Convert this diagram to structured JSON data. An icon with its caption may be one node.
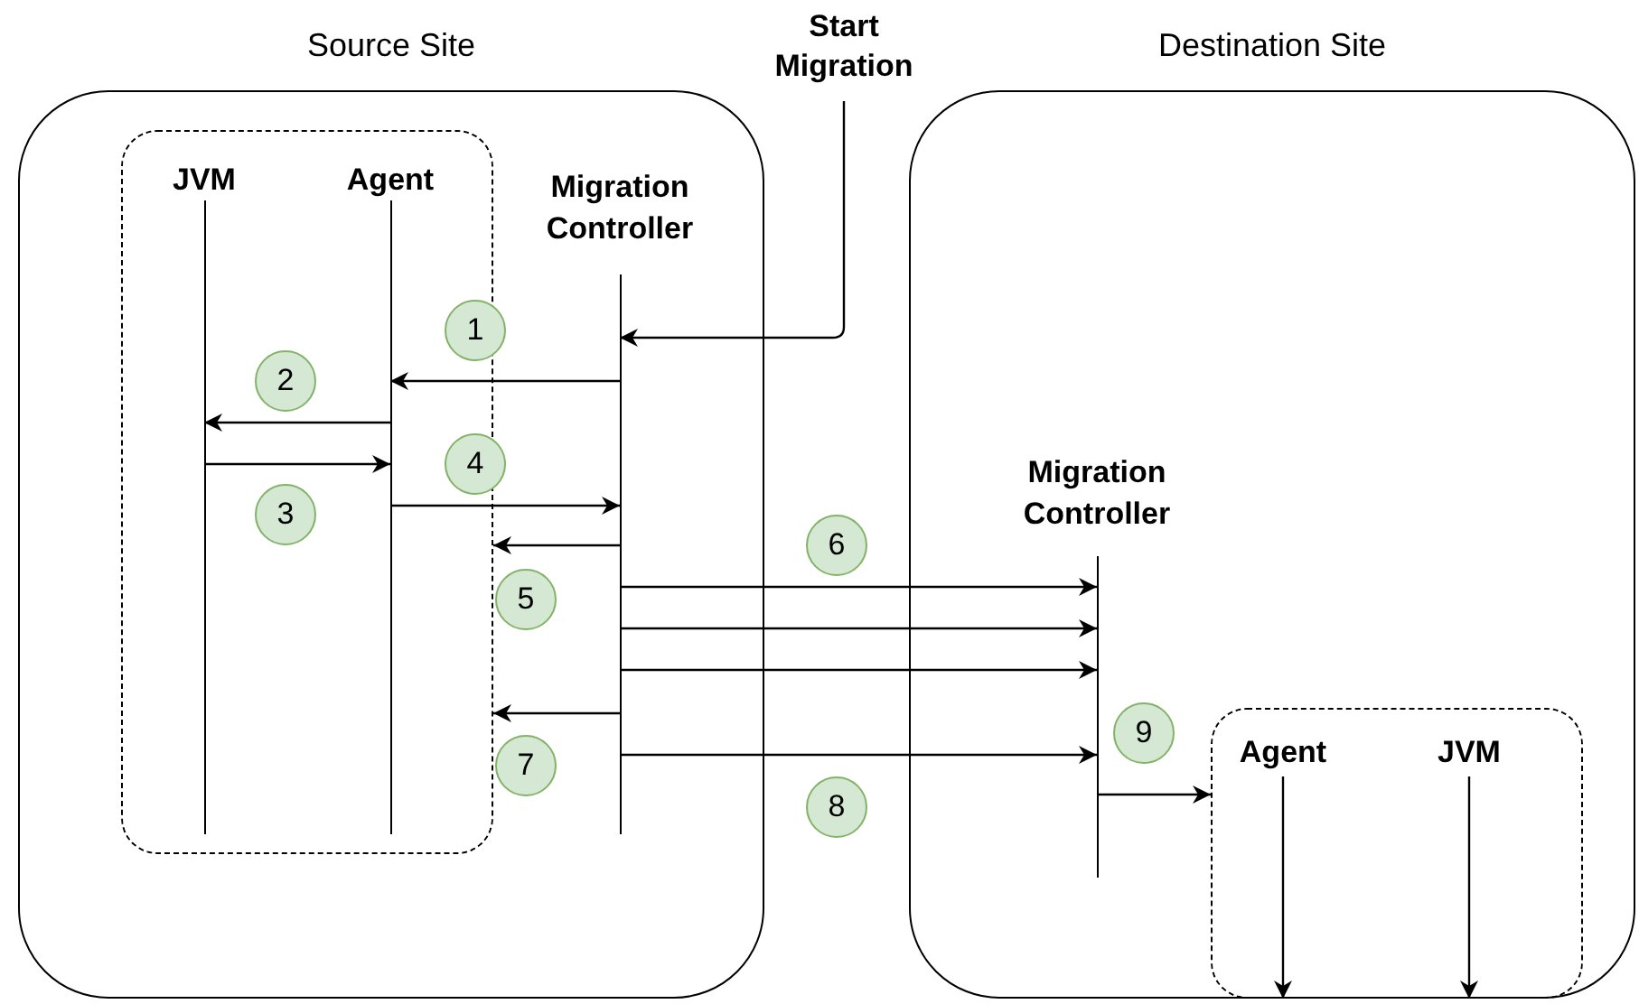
{
  "diagram": {
    "nodes": [
      {
        "text": [
          "Source Site"
        ]
      },
      {
        "text": [],
        "shape": "box",
        "in": 0
      },
      {
        "text": [
          "JVM"
        ],
        "in": 1
      },
      {
        "text": [
          "Agent"
        ],
        "in": 1
      },
      {
        "text": [
          "Migration Controller"
        ],
        "in": 0
      },
      {
        "text": [
          "Start Migration"
        ]
      },
      {
        "text": [
          "Destination Site"
        ]
      },
      {
        "text": [
          "Migration Controller"
        ],
        "in": 6
      },
      {
        "text": [],
        "shape": "box",
        "in": 6
      },
      {
        "text": [
          "Agent"
        ],
        "in": 8
      },
      {
        "text": [
          "JVM"
        ],
        "in": 8
      },
      {
        "text": [
          "1"
        ],
        "in": 0
      },
      {
        "text": [
          "2"
        ],
        "in": 1
      },
      {
        "text": [
          "3"
        ],
        "in": 1
      },
      {
        "text": [
          "4"
        ],
        "in": 0
      },
      {
        "text": [
          "5"
        ],
        "in": 0
      },
      {
        "text": [
          "6"
        ]
      },
      {
        "text": [
          "7"
        ],
        "in": 0
      },
      {
        "text": [
          "8"
        ]
      },
      {
        "text": [
          "9"
        ],
        "in": 6
      }
    ],
    "edges": [
      {
        "from": 5,
        "to": 4,
        "arrow": "to"
      },
      {
        "from": 4,
        "to": 3,
        "arrow": "to"
      },
      {
        "from": 3,
        "to": 2,
        "arrow": "to"
      },
      {
        "from": 2,
        "to": 3,
        "arrow": "to"
      },
      {
        "from": 3,
        "to": 4,
        "arrow": "to"
      },
      {
        "from": 4,
        "to": 1,
        "arrow": "to"
      },
      {
        "from": 4,
        "to": 7,
        "arrow": "to"
      },
      {
        "from": 4,
        "to": 7,
        "arrow": "to"
      },
      {
        "from": 4,
        "to": 7,
        "arrow": "to"
      },
      {
        "from": 4,
        "to": 1,
        "arrow": "to"
      },
      {
        "from": 4,
        "to": 7,
        "arrow": "to"
      },
      {
        "from": 7,
        "to": 8,
        "arrow": "to"
      },
      {
        "from": 9,
        "to": 8,
        "arrow": "to"
      },
      {
        "from": 10,
        "to": 8,
        "arrow": "to"
      }
    ]
  }
}
